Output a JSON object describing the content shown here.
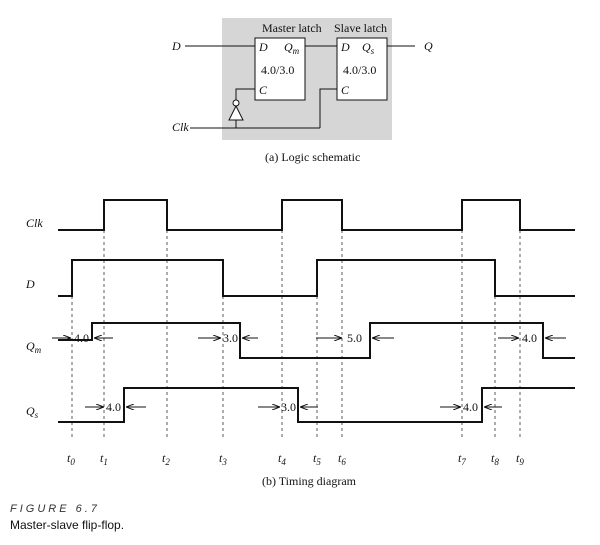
{
  "schematic": {
    "master_title": "Master latch",
    "slave_title": "Slave latch",
    "input_label": "D",
    "output_label": "Q",
    "clock_label": "Clk",
    "master_pins": {
      "d": "D",
      "q_main": "Q",
      "q_sub": "m",
      "c": "C",
      "delay": "4.0/3.0"
    },
    "slave_pins": {
      "d": "D",
      "q_main": "Q",
      "q_sub": "s",
      "c": "C",
      "delay": "4.0/3.0"
    },
    "caption": "(a) Logic schematic"
  },
  "timing": {
    "caption": "(b) Timing diagram",
    "signals": [
      {
        "main": "Clk",
        "sub": ""
      },
      {
        "main": "D",
        "sub": ""
      },
      {
        "main": "Q",
        "sub": "m"
      },
      {
        "main": "Q",
        "sub": "s"
      }
    ],
    "delays": [
      {
        "value": "4.0",
        "signal": "Qm"
      },
      {
        "value": "3.0",
        "signal": "Qm"
      },
      {
        "value": "5.0",
        "signal": "Qm"
      },
      {
        "value": "4.0",
        "signal": "Qm"
      },
      {
        "value": "4.0",
        "signal": "Qs"
      },
      {
        "value": "3.0",
        "signal": "Qs"
      },
      {
        "value": "4.0",
        "signal": "Qs"
      }
    ],
    "time_marks": [
      {
        "main": "t",
        "sub": "0"
      },
      {
        "main": "t",
        "sub": "1"
      },
      {
        "main": "t",
        "sub": "2"
      },
      {
        "main": "t",
        "sub": "3"
      },
      {
        "main": "t",
        "sub": "4"
      },
      {
        "main": "t",
        "sub": "5"
      },
      {
        "main": "t",
        "sub": "6"
      },
      {
        "main": "t",
        "sub": "7"
      },
      {
        "main": "t",
        "sub": "8"
      },
      {
        "main": "t",
        "sub": "9"
      }
    ]
  },
  "figure": {
    "number": "FIGURE 6.7",
    "description": "Master-slave flip-flop."
  },
  "colors": {
    "shade": "#d6d6d6",
    "ink": "#111111"
  }
}
